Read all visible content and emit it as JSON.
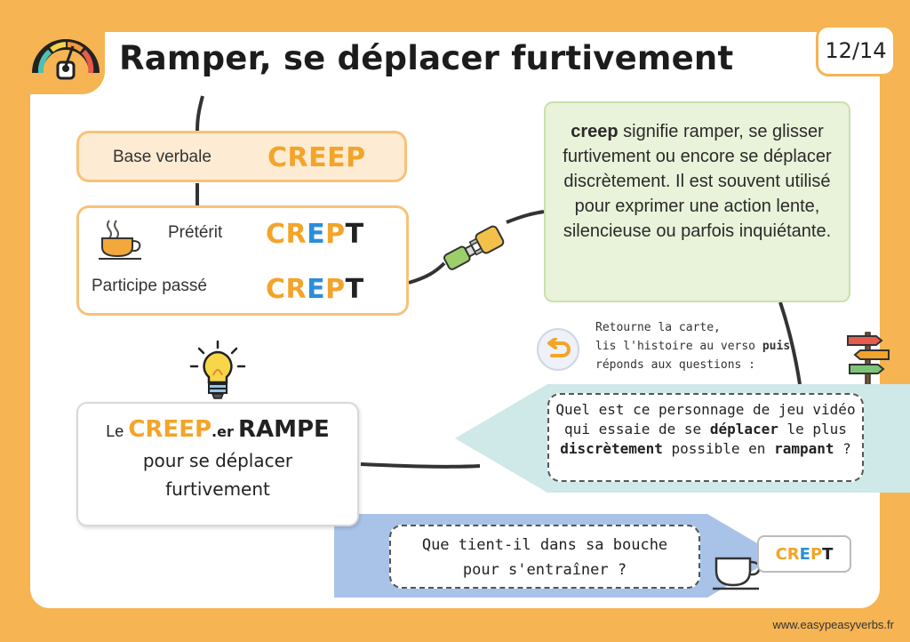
{
  "header": {
    "title": "Ramper, se déplacer furtivement",
    "page_indicator": "12/14"
  },
  "forms": {
    "base_label": "Base verbale",
    "base_value": "CREEP",
    "preterit_label": "Prétérit",
    "participle_label": "Participe passé",
    "preterit_parts": {
      "p1": "CR",
      "p2": "E",
      "p3": "P",
      "p4": "T"
    },
    "participle_parts": {
      "p1": "CR",
      "p2": "E",
      "p3": "P",
      "p4": "T"
    }
  },
  "definition": {
    "keyword": "creep",
    "text_rest": "signifie ramper, se glisser furtivement ou encore se déplacer discrètement. Il est souvent utilisé pour exprimer une action lente, silencieuse ou parfois inquiétante."
  },
  "instructions": {
    "line1": "Retourne la carte,",
    "line2_pre": "lis l'histoire au verso ",
    "line2_bold": "puis",
    "line3": "réponds aux questions :"
  },
  "mnemonic": {
    "le": "Le",
    "creep": "CREEP",
    "er": ".er",
    "rampe": "RAMPE",
    "line2": "pour se déplacer",
    "line3": "furtivement"
  },
  "question1": {
    "t1": "Quel est ce personnage de jeu vidéo qui essaie de se ",
    "b1": "déplacer",
    "t2": " le plus ",
    "b2": "discrètement",
    "t3": " possible en ",
    "b3": "rampant",
    "t4": " ?"
  },
  "question2": {
    "line1": "Que tient-il dans sa bouche",
    "line2": "pour s'entraîner ?"
  },
  "answer": {
    "p1": "CR",
    "p2": "E",
    "p3": "P",
    "p4": "T"
  },
  "footer": {
    "site": "www.easypeasyverbs.fr"
  },
  "colors": {
    "orange": "#f3a42a",
    "blue": "#2a8fd8",
    "background": "#f6b453",
    "green_box": "#e9f3d9",
    "teal_banner": "#cfe8e8",
    "blue_banner": "#a9c3e8"
  }
}
